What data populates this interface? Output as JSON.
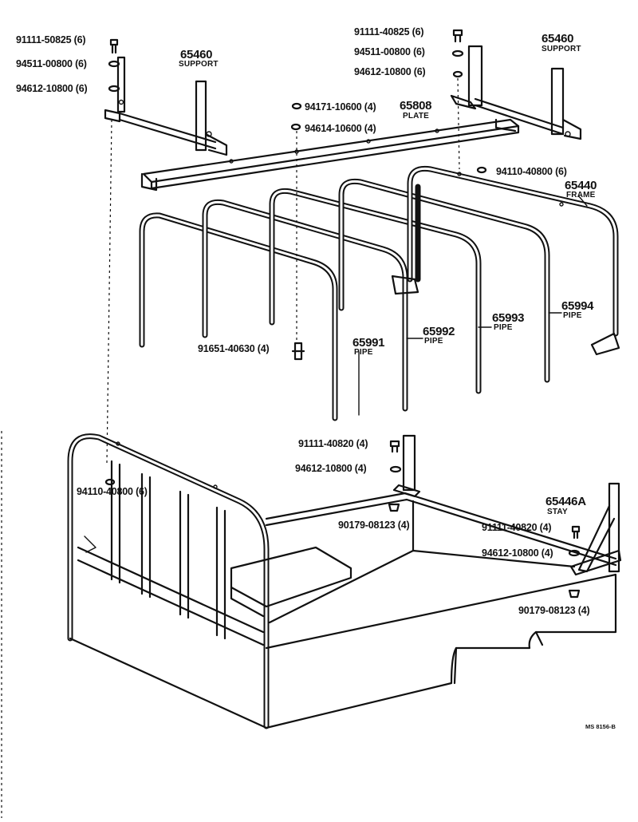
{
  "diagram": {
    "labels": {
      "bolt_91111_50825": "91111-50825 (6)",
      "washer_94511_00800_left": "94511-00800 (6)",
      "washer_94612_10800_left": "94612-10800 (6)",
      "support_left_number": "65460",
      "support_left_name": "SUPPORT",
      "bolt_91111_40825": "91111-40825 (6)",
      "washer_94511_00800_right": "94511-00800 (6)",
      "washer_94612_10800_right": "94612-10800 (6)",
      "support_right_number": "65460",
      "support_right_name": "SUPPORT",
      "washer_94171_10600": "94171-10600 (4)",
      "plate_number": "65808",
      "plate_name": "PLATE",
      "washer_94614_10600": "94614-10600 (4)",
      "nut_94110_40800_upper": "94110-40800 (6)",
      "frame_number": "65440",
      "frame_name": "FRAME",
      "pipe_65994_number": "65994",
      "pipe_65994_name": "PIPE",
      "pipe_65993_number": "65993",
      "pipe_65993_name": "PIPE",
      "pipe_65992_number": "65992",
      "pipe_65992_name": "PIPE",
      "pipe_65991_number": "65991",
      "pipe_65991_name": "PIPE",
      "bolt_91651_40630": "91651-40630 (4)",
      "bolt_91111_40820_center": "91111-40820 (4)",
      "washer_94612_10800_center": "94612-10800 (4)",
      "nut_94110_40800_lower": "94110-40800 (6)",
      "stay_number": "65446A",
      "stay_name": "STAY",
      "nut_90179_08123_center": "90179-08123 (4)",
      "bolt_91111_40820_right": "91111-40820 (4)",
      "washer_94612_10800_right_low": "94612-10800 (4)",
      "nut_90179_08123_right": "90179-08123 (4)",
      "drawing_code": "MS 8156-B"
    }
  }
}
